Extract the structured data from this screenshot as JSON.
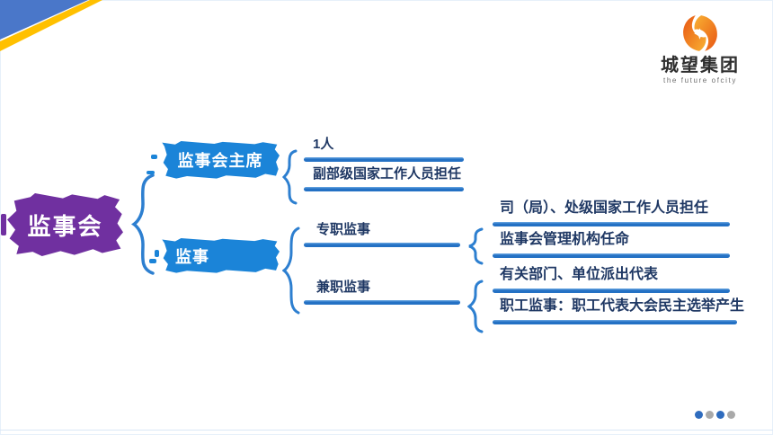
{
  "logo": {
    "company": "城望集团",
    "tagline": "the  future  ofcity"
  },
  "diagram": {
    "root": "监事会",
    "branches": [
      {
        "label": "监事会主席",
        "items": [
          "1人",
          "副部级国家工作人员担任"
        ]
      },
      {
        "label": "监事",
        "children": [
          {
            "label": "专职监事",
            "items": [
              "司（局）、处级国家工作人员担任",
              "监事会管理机构任命"
            ]
          },
          {
            "label": "兼职监事",
            "items": [
              "有关部门、单位派出代表",
              "职工监事：职工代表大会民主选举产生"
            ]
          }
        ]
      }
    ]
  },
  "pagination": {
    "dot_count": 4,
    "pattern": [
      "active",
      "inactive",
      "active",
      "inactive"
    ]
  },
  "colors": {
    "accent_blue": "#1b84d8",
    "brace_blue": "#2d7fd0",
    "underline_blue": "#2471c4",
    "underline_blue_light": "#6fabe4",
    "purple": "#7030a0",
    "navy_text": "#1f3864",
    "corner_blue": "#4a77c9",
    "corner_yellow": "#ffc000",
    "logo_orange": "#f9b233",
    "logo_orange_deep": "#e85513",
    "logo_text": "#2e2e2e",
    "dot_active": "#2f6cbe",
    "dot_inactive": "#a9a9a9"
  }
}
